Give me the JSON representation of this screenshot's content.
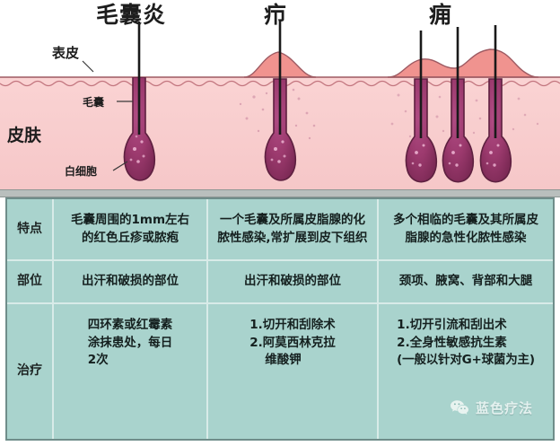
{
  "illustration": {
    "condition_titles": [
      {
        "id": "folliculitis",
        "label": "毛囊炎"
      },
      {
        "id": "furuncle",
        "label": "疖"
      },
      {
        "id": "carbuncle",
        "label": "痈"
      }
    ],
    "anatomy_labels": [
      {
        "id": "epidermis",
        "label": "表皮"
      },
      {
        "id": "follicle",
        "label": "毛囊"
      },
      {
        "id": "skin",
        "label": "皮肤"
      },
      {
        "id": "white-blood-cells",
        "label": "白细胞"
      }
    ],
    "colors": {
      "skin_fill": "#f8cdcd",
      "skin_outline": "#9e5a62",
      "bump_fill": "#f0938f",
      "follicle_bulb_fill": "#9c3a6e",
      "follicle_bulb_outline": "#5e2040",
      "hair_shaft": "#1a1a1a",
      "separator_strip": "#b9bfbd"
    }
  },
  "table": {
    "colors": {
      "background": "#a9d3cd",
      "grid_line": "#d8ebe8",
      "border": "#6f8d8a",
      "text": "#15201f"
    },
    "rows": [
      {
        "id": "feature",
        "label": "特点",
        "cells": [
          {
            "id": "feature-folliculitis",
            "lines": [
              "毛囊周围的1mm左右",
              "的红色丘疹或脓疱"
            ]
          },
          {
            "id": "feature-furuncle",
            "lines": [
              "一个毛囊及所属皮脂腺的化",
              "脓性感染,常扩展到皮下组织"
            ]
          },
          {
            "id": "feature-carbuncle",
            "lines": [
              "多个相临的毛囊及其所属皮",
              "脂腺的急性化脓性感染"
            ]
          }
        ]
      },
      {
        "id": "location",
        "label": "部位",
        "cells": [
          {
            "id": "location-folliculitis",
            "lines": [
              "出汗和破损的部位"
            ]
          },
          {
            "id": "location-furuncle",
            "lines": [
              "出汗和破损的部位"
            ]
          },
          {
            "id": "location-carbuncle",
            "lines": [
              "颈项、腋窝、背部和大腿"
            ]
          }
        ]
      },
      {
        "id": "treatment",
        "label": "治疗",
        "cells": [
          {
            "id": "treatment-folliculitis",
            "lines": [
              "四环素或红霉素",
              "涂抹患处，每日",
              "2次"
            ]
          },
          {
            "id": "treatment-furuncle",
            "lines": [
              "1.切开和刮除术",
              "2.阿莫西林克拉",
              "维酸钾"
            ],
            "indent_lines": [
              2
            ]
          },
          {
            "id": "treatment-carbuncle",
            "lines": [
              "1.切开引流和刮出术",
              "2.全身性敏感抗生素",
              "(一般以针对G+球菌为主)"
            ],
            "note_lines": [
              2
            ]
          }
        ]
      }
    ]
  },
  "watermark": {
    "icon": "wechat-icon",
    "label": "蓝色疗法"
  }
}
